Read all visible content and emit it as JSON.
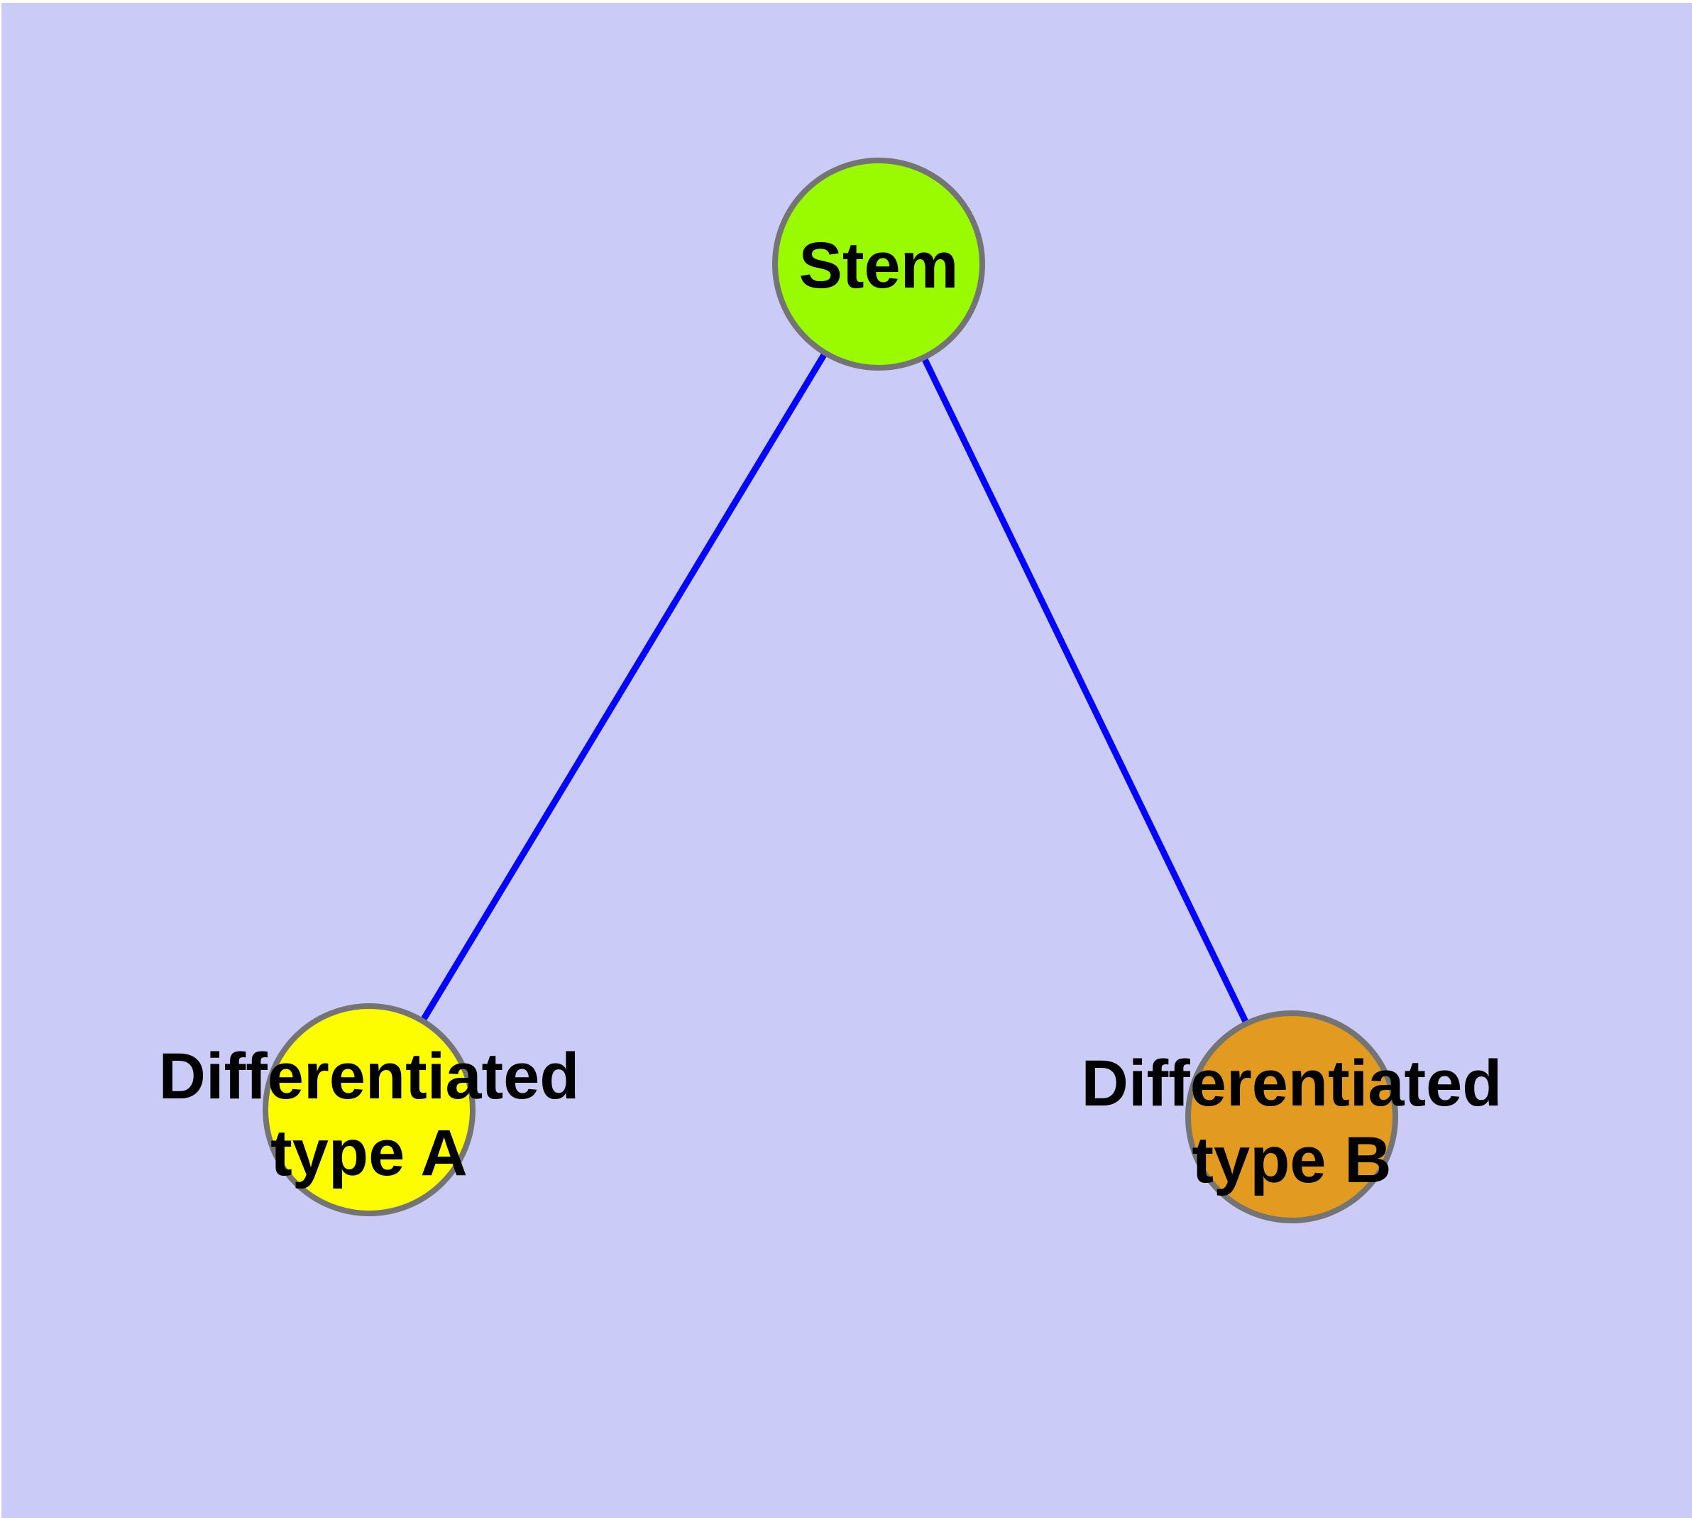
{
  "diagram": {
    "title": "",
    "background_color": "#CBCBF8",
    "edge_color": "#0404FB",
    "node_border_color": "#747474",
    "label_color": "#000000",
    "nodes": {
      "stem": {
        "label": "Stem",
        "fill": "#9AFA00"
      },
      "type_a": {
        "label_line1": "Differentiated",
        "label_line2": "type A",
        "fill": "#FDFD00"
      },
      "type_b": {
        "label_line1": "Differentiated",
        "label_line2": "type B",
        "fill": "#E29A20"
      }
    },
    "edges": [
      {
        "from": "Stem",
        "to": "Differentiated type A"
      },
      {
        "from": "Stem",
        "to": "Differentiated type B"
      }
    ]
  }
}
